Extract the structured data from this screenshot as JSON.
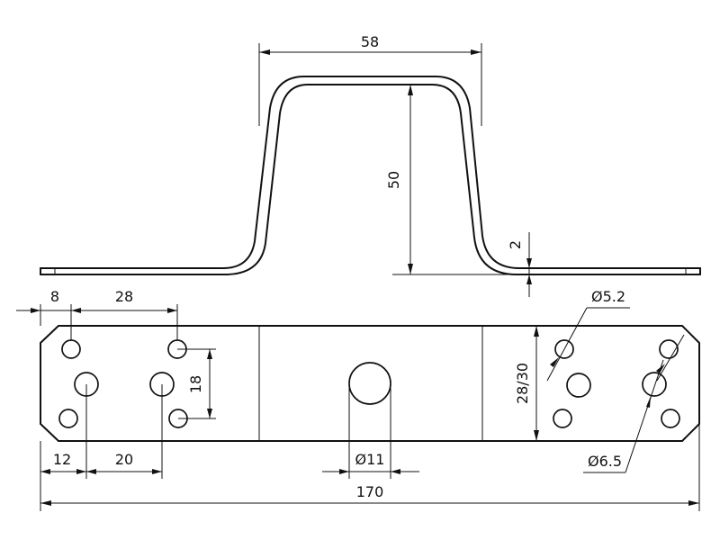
{
  "dimensions": {
    "top_width": "58",
    "height": "50",
    "thickness": "2",
    "edge_offset": "8",
    "hole_pitch_top": "28",
    "vertical_spacing": "18",
    "edge_offset_bottom": "12",
    "hole_pitch_bottom": "20",
    "center_hole_diameter": "Ø11",
    "overall_length": "170",
    "plate_width": "28/30",
    "small_hole_diameter": "Ø5.2",
    "large_hole_diameter": "Ø6.5"
  }
}
